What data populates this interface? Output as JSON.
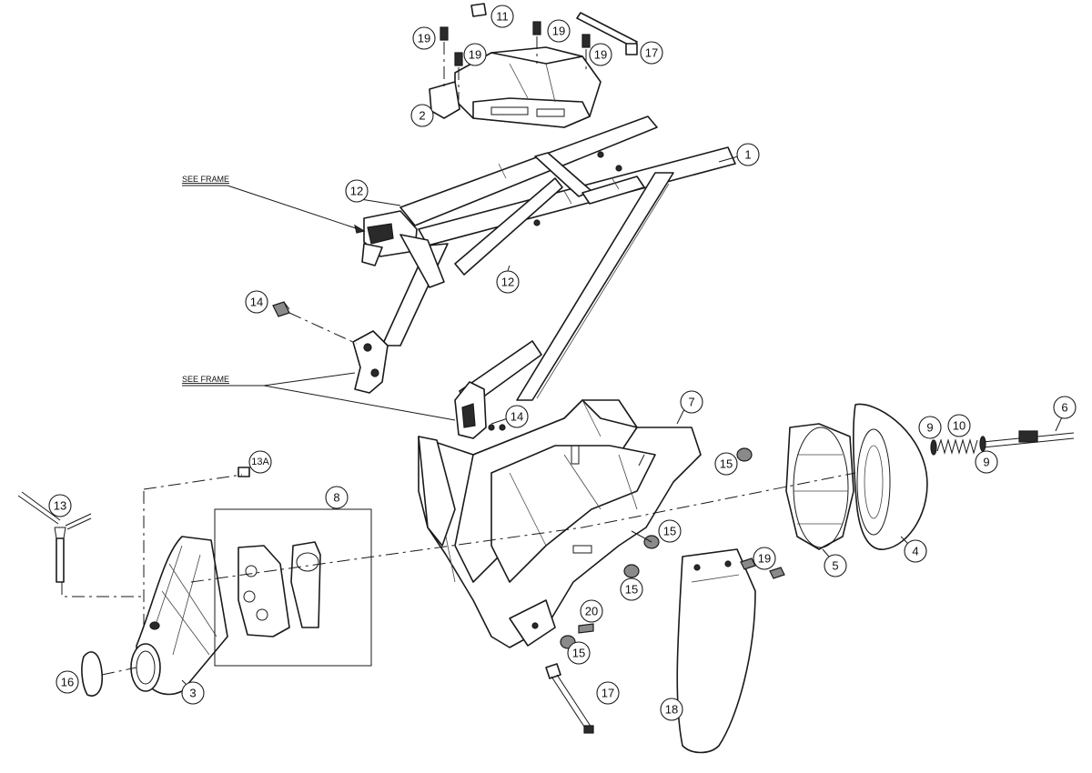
{
  "notes": {
    "see_frame_top": "SEE FRAME",
    "see_frame_bottom": "SEE FRAME"
  },
  "callouts": {
    "c1": "1",
    "c2": "2",
    "c3": "3",
    "c4": "4",
    "c5": "5",
    "c6": "6",
    "c7": "7",
    "c8": "8",
    "c9a": "9",
    "c9b": "9",
    "c10": "10",
    "c11": "11",
    "c12a": "12",
    "c12b": "12",
    "c13": "13",
    "c13a": "13A",
    "c14a": "14",
    "c14b": "14",
    "c15a": "15",
    "c15b": "15",
    "c15c": "15",
    "c15d": "15",
    "c16": "16",
    "c17a": "17",
    "c17b": "17",
    "c18": "18",
    "c19a": "19",
    "c19b": "19",
    "c19c": "19",
    "c19d": "19",
    "c19e": "19",
    "c20": "20"
  },
  "colors": {
    "line": "#1a1a1a",
    "background": "#ffffff"
  }
}
